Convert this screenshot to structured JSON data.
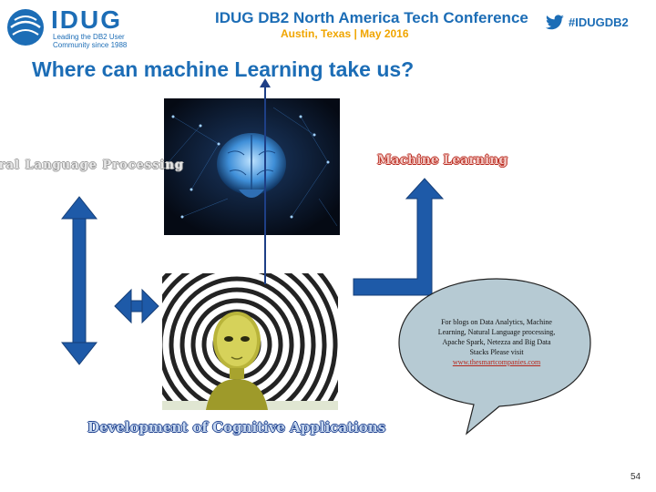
{
  "header": {
    "logo_text": "IDUG",
    "logo_tagline": "Leading the DB2 User Community since 1988",
    "conference_title": "IDUG DB2 North America Tech Conference",
    "conference_subtitle": "Austin, Texas  |  May 2016",
    "hashtag": "#IDUGDB2"
  },
  "slide": {
    "title": "Where can machine Learning take us?",
    "labels": {
      "nlp": "ural Language Processing",
      "ml": "Machine Learning",
      "dev": "Development of Cognitive Applications"
    },
    "bubble": {
      "text": "For blogs on Data Analytics, Machine Learning, Natural Language processing, Apache Spark, Netezza and Big Data Stacks Please visit",
      "link": "www.thesmartcompanies.com"
    },
    "page_number": "54"
  },
  "colors": {
    "brand_blue": "#1c6db6",
    "accent_orange": "#f0a500",
    "arrow_blue": "#1e5aa8",
    "bubble_fill": "#b6cad3"
  }
}
